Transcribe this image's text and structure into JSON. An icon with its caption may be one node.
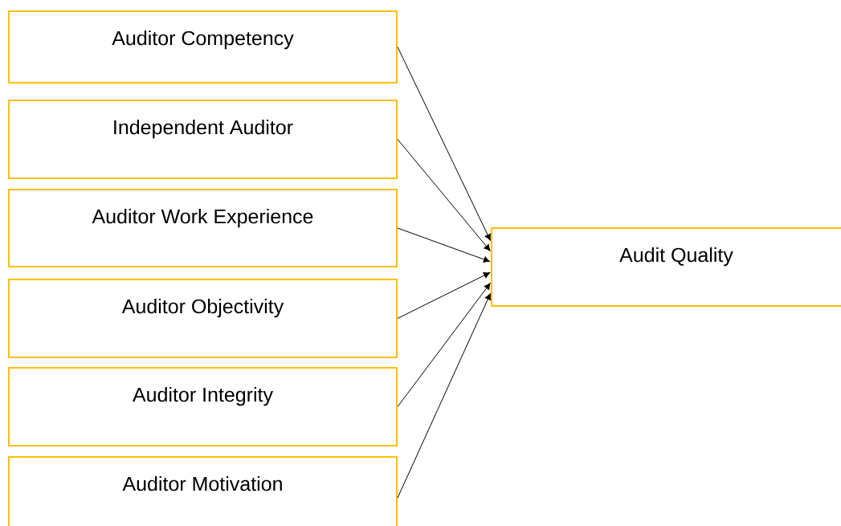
{
  "diagram": {
    "nodes": [
      {
        "text": [
          "Auditor Competency"
        ]
      },
      {
        "text": [
          "Independent Auditor"
        ]
      },
      {
        "text": [
          "Auditor Work Experience"
        ]
      },
      {
        "text": [
          "Auditor Objectivity"
        ]
      },
      {
        "text": [
          "Auditor Integrity"
        ]
      },
      {
        "text": [
          "Auditor Motivation"
        ]
      },
      {
        "text": [
          "Audit Quality"
        ]
      }
    ],
    "edges": [
      {
        "from": 0,
        "to": 6,
        "arrow": "to"
      },
      {
        "from": 1,
        "to": 6,
        "arrow": "to"
      },
      {
        "from": 2,
        "to": 6,
        "arrow": "to"
      },
      {
        "from": 3,
        "to": 6,
        "arrow": "to"
      },
      {
        "from": 4,
        "to": 6,
        "arrow": "to"
      },
      {
        "from": 5,
        "to": 6,
        "arrow": "to"
      }
    ]
  }
}
